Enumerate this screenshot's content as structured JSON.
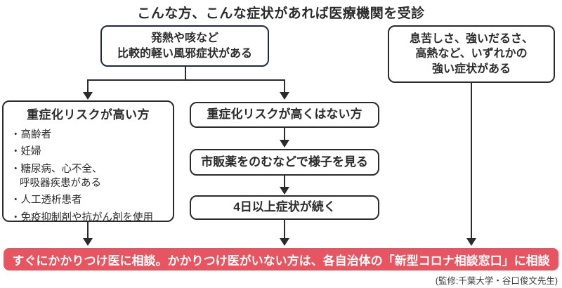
{
  "title": "こんな方、こんな症状があれば医療機関を受診",
  "colors": {
    "ink": "#2b2b2b",
    "navy": "#1e2a44",
    "alert_bg": "#e8545f",
    "alert_text": "#ffffff",
    "bg": "#ffffff"
  },
  "boxes": {
    "mild_symptoms": {
      "lines": [
        "発熱や咳など",
        "比較的軽い風邪症状がある"
      ]
    },
    "severe_symptoms": {
      "lines": [
        "息苦しさ、強いだるさ、",
        "高熱など、いずれかの",
        "強い症状がある"
      ]
    },
    "high_risk": {
      "heading": "重症化リスクが高い方",
      "items": [
        "・高齢者",
        "・妊婦",
        "・糖尿病、心不全、",
        "呼吸器疾患がある",
        "・人工透析患者",
        "・免疫抑制剤や抗がん剤を使用"
      ]
    },
    "not_high_risk": {
      "label": "重症化リスクが高くはない方"
    },
    "otc_watch": {
      "label": "市販薬をのむなどで様子を見る"
    },
    "four_days": {
      "label": "4日以上症状が続く"
    }
  },
  "alert_banner": {
    "label": "すぐにかかりつけ医に相談。かかりつけ医がいない方は、各自治体の「新型コロナ相談窓口」に相談"
  },
  "credit": "(監修:千葉大学・谷口俊文先生)"
}
